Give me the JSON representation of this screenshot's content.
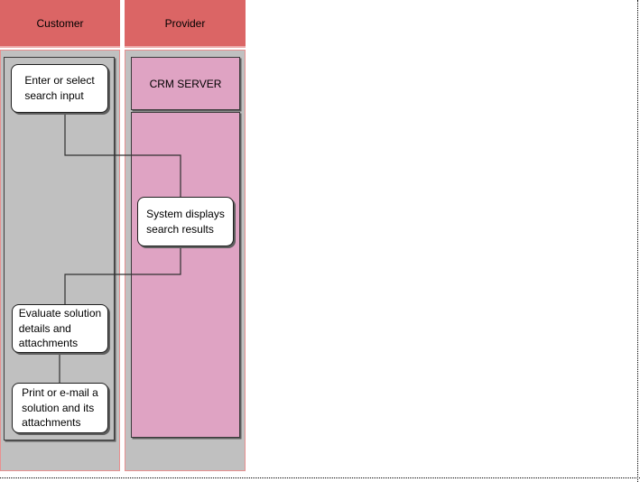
{
  "lanes": [
    {
      "title": "Customer"
    },
    {
      "title": "Provider"
    }
  ],
  "nodes": {
    "enter": {
      "label": [
        "Enter or select",
        "search input"
      ]
    },
    "crm_server": {
      "label": "CRM SERVER"
    },
    "system_displays": {
      "label": [
        "System displays",
        "search results"
      ]
    },
    "evaluate": {
      "label": [
        "Evaluate solution",
        "details and",
        "attachments"
      ]
    },
    "print_email": {
      "label": [
        "Print or e-mail a",
        "solution and its",
        "attachments"
      ]
    }
  },
  "connections": [
    {
      "from": "enter",
      "to": "system_displays"
    },
    {
      "from": "system_displays",
      "to": "evaluate"
    },
    {
      "from": "evaluate",
      "to": "print_email"
    }
  ],
  "colors": {
    "header_fill": "#DB6565",
    "header_edge": "#ECABAB",
    "lane_fill": "#C0C0C0",
    "lane_border": "#E88F8F",
    "pink_fill": "#DFA3C3",
    "box_border": "#3B3B3B",
    "connector": "#303030"
  }
}
